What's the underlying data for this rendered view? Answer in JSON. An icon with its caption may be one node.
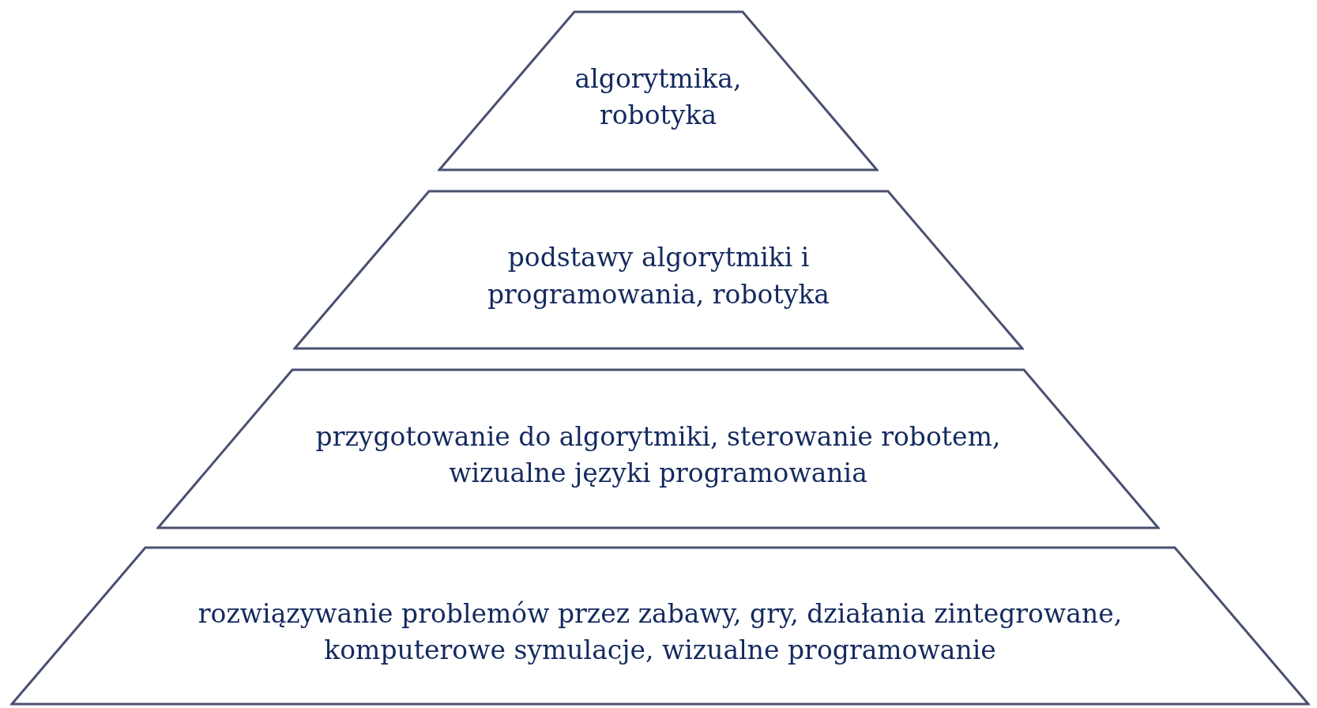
{
  "diagram": {
    "nodes": [
      {
        "text": [
          "algorytmika, robotyka"
        ]
      },
      {
        "text": [
          "podstawy algorytmiki i programowania, robotyka"
        ]
      },
      {
        "text": [
          "przygotowanie do algorytmiki, sterowanie robotem, wizualne języki programowania"
        ]
      },
      {
        "text": [
          "rozwiązywanie problemów przez zabawy, gry, działania zintegrowane, komputerowe symulacje, wizualne programowanie"
        ]
      }
    ]
  }
}
